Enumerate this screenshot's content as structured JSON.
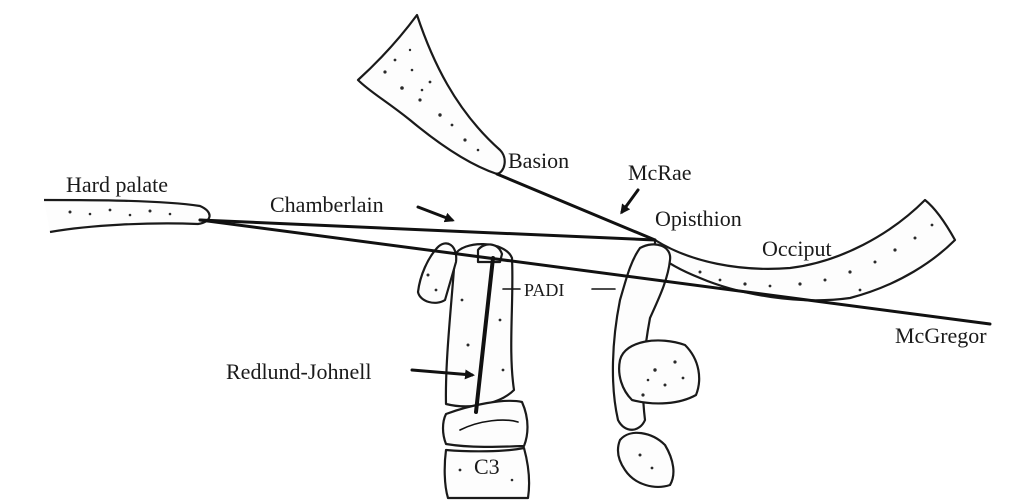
{
  "labels": {
    "hard_palate": "Hard palate",
    "basion": "Basion",
    "mcrae": "McRae",
    "chamberlain": "Chamberlain",
    "opisthion": "Opisthion",
    "occiput": "Occiput",
    "padi": "PADI",
    "mcgregor": "McGregor",
    "redlund_johnell": "Redlund-Johnell",
    "c3": "C3"
  },
  "colors": {
    "ink": "#111111",
    "paper": "#ffffff"
  }
}
